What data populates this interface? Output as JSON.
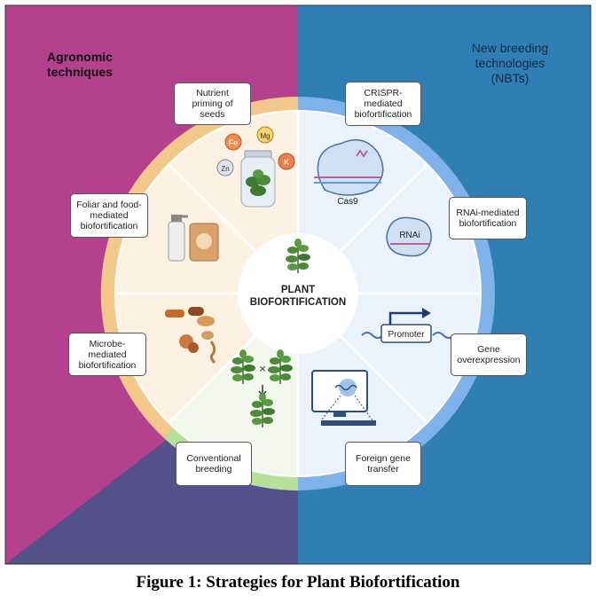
{
  "colors": {
    "agronomic": "#b3418e",
    "nbt": "#2f7fb4",
    "conventional": "#54508a",
    "ring_agronomic": "#f2c98a",
    "ring_nbt": "#7fb2ea",
    "ring_conventional": "#b8e09a"
  },
  "left_title": "Agronomic\ntechniques",
  "right_title": "New breeding\ntechnologies\n(NBTs)",
  "center_label": "PLANT\nBIOFORTIFICATION",
  "boxes": {
    "nutrient_priming": "Nutrient\npriming of\nseeds",
    "foliar": "Foliar and food-\nmediated\nbiofortification",
    "microbe": "Microbe-\nmediated\nbiofortification",
    "conventional": "Conventional\nbreeding",
    "crispr": "CRISPR-\nmediated\nbiofortification",
    "rnai": "RNAi-mediated\nbiofortification",
    "gene_overexpression": "Gene\noverexpression",
    "foreign_gene": "Foreign gene\ntransfer"
  },
  "icon_labels": {
    "fe": "Fe",
    "mg": "Mg",
    "zn": "Zn",
    "k": "K",
    "cas9": "Cas9",
    "rnai": "RNAi",
    "promoter": "Promoter",
    "cross": "×"
  },
  "caption": "Figure 1: Strategies for Plant Biofortification"
}
